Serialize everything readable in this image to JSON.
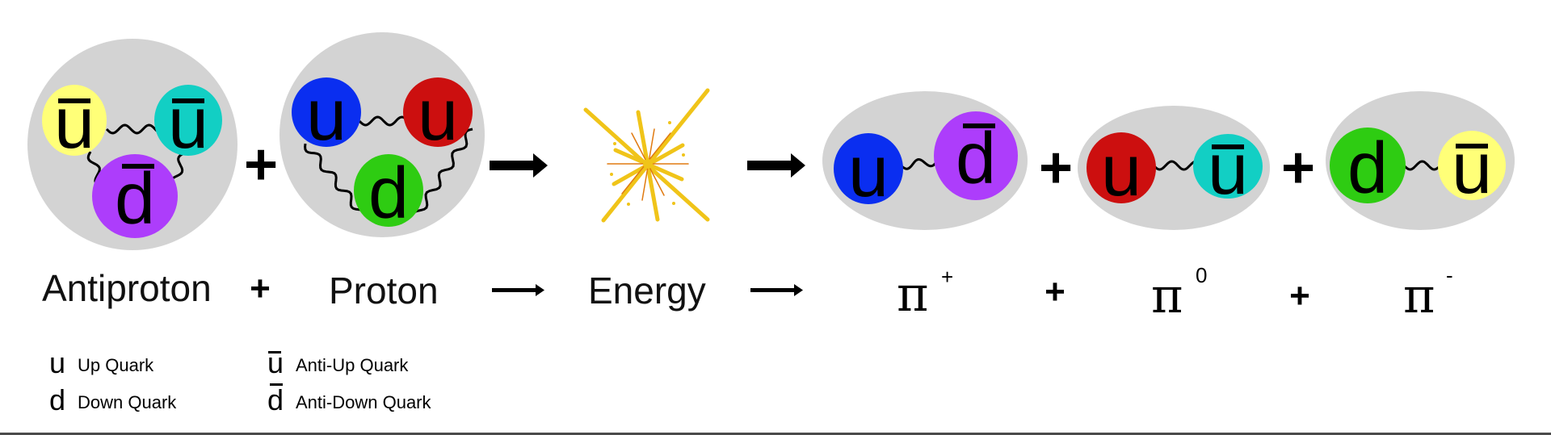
{
  "colors": {
    "hadron_fill": "#d3d3d3",
    "up": "#0a2ef0",
    "up_red": "#cc0f0f",
    "down": "#2ecc12",
    "anti_up_yellow": "#ffff78",
    "anti_up_teal": "#12cfc4",
    "anti_down": "#ad3dfb",
    "energy_yellow": "#f0c419",
    "energy_orange": "#e07a10"
  },
  "particles": [
    {
      "name": "antiproton",
      "quarks": [
        {
          "letter": "u",
          "anti": true,
          "color": "#ffff78"
        },
        {
          "letter": "u",
          "anti": true,
          "color": "#12cfc4"
        },
        {
          "letter": "d",
          "anti": true,
          "color": "#ad3dfb"
        }
      ]
    },
    {
      "name": "proton",
      "quarks": [
        {
          "letter": "u",
          "anti": false,
          "color": "#0a2ef0"
        },
        {
          "letter": "u",
          "anti": false,
          "color": "#cc0f0f"
        },
        {
          "letter": "d",
          "anti": false,
          "color": "#2ecc12"
        }
      ]
    },
    {
      "name": "pion-plus",
      "quarks": [
        {
          "letter": "u",
          "anti": false,
          "color": "#0a2ef0"
        },
        {
          "letter": "d",
          "anti": true,
          "color": "#ad3dfb"
        }
      ]
    },
    {
      "name": "pion-zero",
      "quarks": [
        {
          "letter": "u",
          "anti": false,
          "color": "#cc0f0f"
        },
        {
          "letter": "u",
          "anti": true,
          "color": "#12cfc4"
        }
      ]
    },
    {
      "name": "pion-minus",
      "quarks": [
        {
          "letter": "d",
          "anti": false,
          "color": "#2ecc12"
        },
        {
          "letter": "u",
          "anti": true,
          "color": "#ffff78"
        }
      ]
    }
  ],
  "operators": {
    "plus": "+"
  },
  "labels": {
    "antiproton": "Antiproton",
    "proton": "Proton",
    "energy": "Energy",
    "pi": "π",
    "pi_plus_charge": "+",
    "pi_zero_charge": "0",
    "pi_minus_charge": "-"
  },
  "legend": [
    {
      "symbol": "u",
      "anti": false,
      "text": "Up Quark"
    },
    {
      "symbol": "d",
      "anti": false,
      "text": "Down Quark"
    },
    {
      "symbol": "u",
      "anti": true,
      "text": "Anti-Up Quark"
    },
    {
      "symbol": "d",
      "anti": true,
      "text": "Anti-Down Quark"
    }
  ]
}
